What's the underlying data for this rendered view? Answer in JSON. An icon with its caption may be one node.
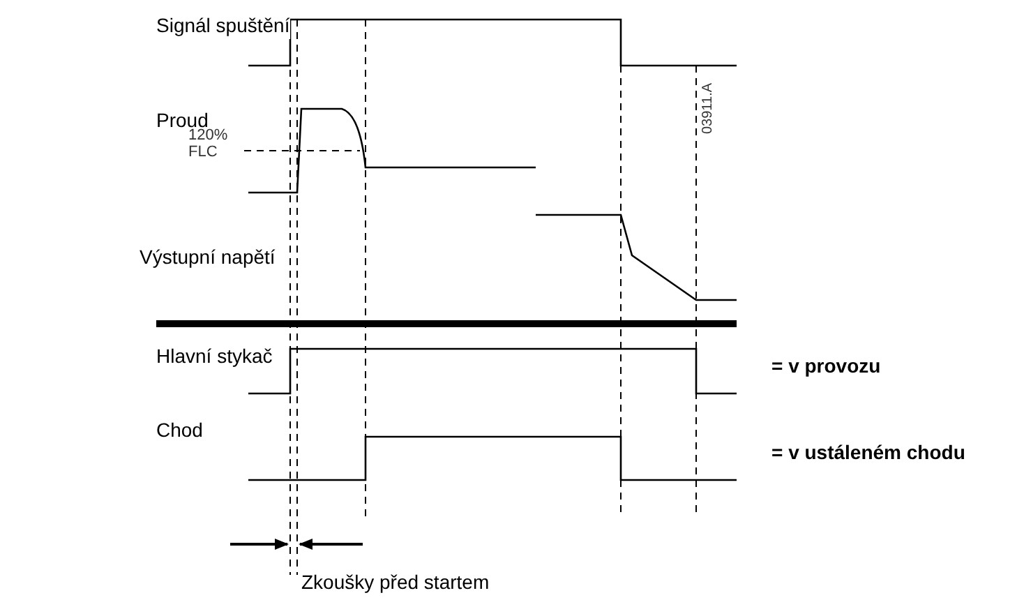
{
  "diagram": {
    "labels": [
      "Signál spuštění",
      "Proud",
      "120% FLC",
      "03911.A",
      "Výstupní napětí",
      "Hlavní stykač",
      "= v provozu",
      "Chod",
      "= v ustáleném chodu",
      "Zkoušky před startem"
    ]
  }
}
